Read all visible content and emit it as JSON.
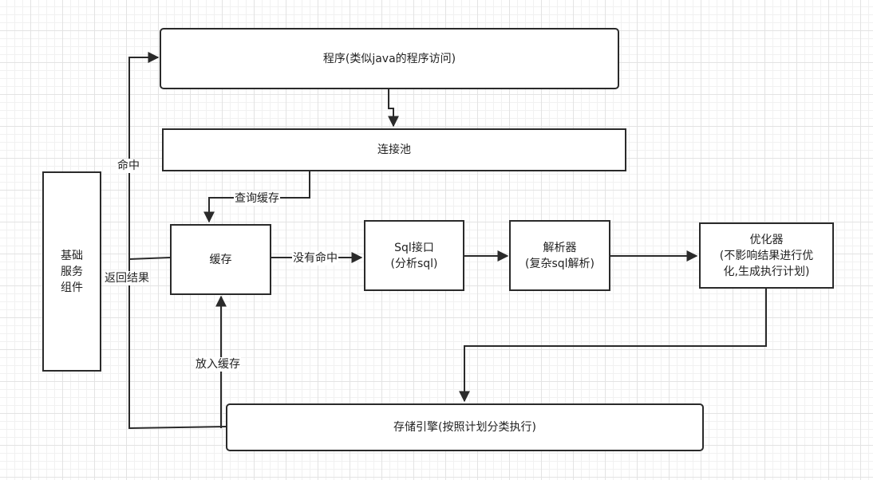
{
  "nodes": {
    "program": "程序(类似java的程序访问)",
    "pool": "连接池",
    "cache": "缓存",
    "sql_interface": "Sql接口\n(分析sql)",
    "parser": "解析器\n(复杂sql解析)",
    "optimizer": "优化器\n(不影响结果进行优\n化,生成执行计划)",
    "storage": "存储引擎(按照计划分类执行)",
    "base_services": "基础\n服务\n组件"
  },
  "edge_labels": {
    "hit": "命中",
    "query_cache": "查询缓存",
    "miss": "没有命中",
    "put_cache": "放入缓存",
    "return_result": "返回结果"
  },
  "colors": {
    "line": "#2a2a2a",
    "grid": "#e3e3e3"
  }
}
